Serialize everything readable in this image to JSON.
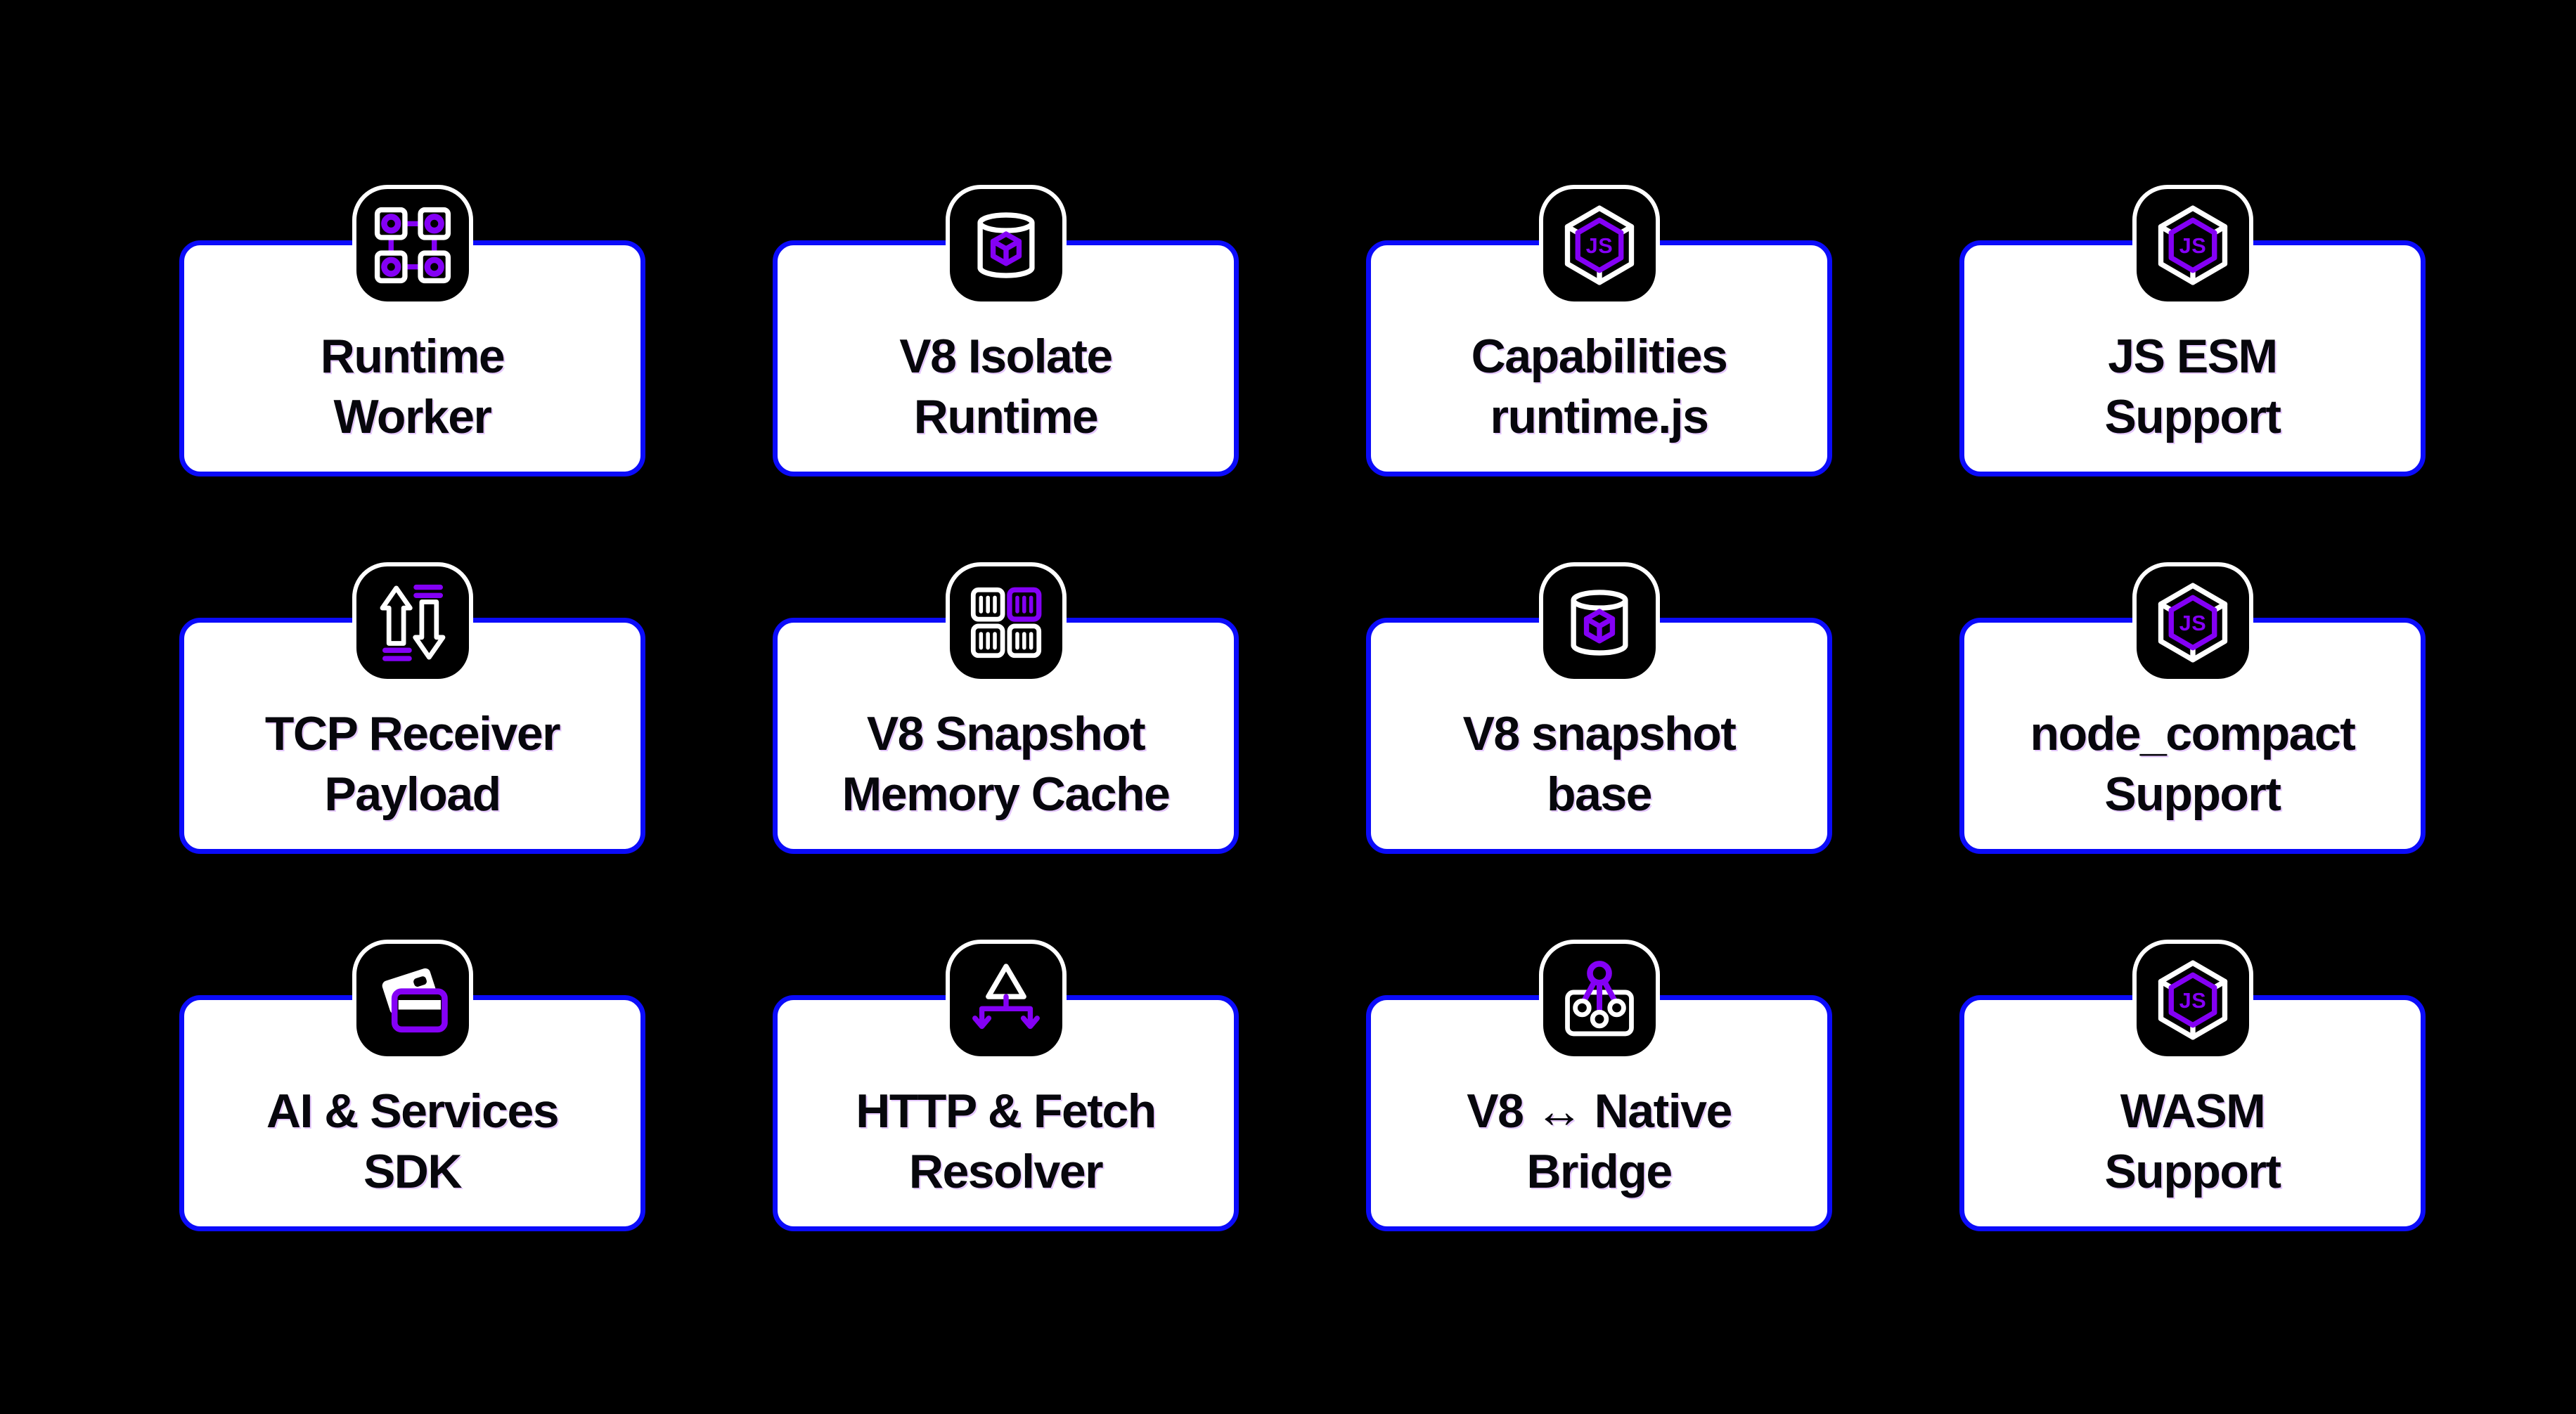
{
  "colors": {
    "background": "#000000",
    "card_bg": "#ffffff",
    "card_border": "#0b0bfa",
    "accent": "#8400f5",
    "icon_bg": "#000000",
    "icon_border": "#ffffff",
    "title": "#07070c"
  },
  "icon_labels": {
    "js_cube_text": "JS"
  },
  "cards": [
    {
      "line1": "Runtime",
      "line2": "Worker",
      "icon": "network-nodes-icon"
    },
    {
      "line1": "V8 Isolate",
      "line2": "Runtime",
      "icon": "database-cube-icon"
    },
    {
      "line1": "Capabilities",
      "line2": "runtime.js",
      "icon": "js-cube-icon"
    },
    {
      "line1": "JS ESM",
      "line2": "Support",
      "icon": "js-cube-icon"
    },
    {
      "line1": "TCP Receiver",
      "line2": "Payload",
      "icon": "arrows-up-down-icon"
    },
    {
      "line1": "V8 Snapshot",
      "line2": "Memory Cache",
      "icon": "memory-grid-icon"
    },
    {
      "line1": "V8 snapshot",
      "line2": "base",
      "icon": "database-cube-icon"
    },
    {
      "line1": "node_compact",
      "line2": "Support",
      "icon": "js-cube-icon"
    },
    {
      "line1": "AI & Services",
      "line2": "SDK",
      "icon": "credit-cards-icon"
    },
    {
      "line1": "HTTP & Fetch",
      "line2": "Resolver",
      "icon": "resolver-branch-icon"
    },
    {
      "line1": "V8 ↔ Native",
      "line2": "Bridge",
      "icon": "bridge-nodes-icon"
    },
    {
      "line1": "WASM",
      "line2": "Support",
      "icon": "js-cube-icon"
    }
  ]
}
